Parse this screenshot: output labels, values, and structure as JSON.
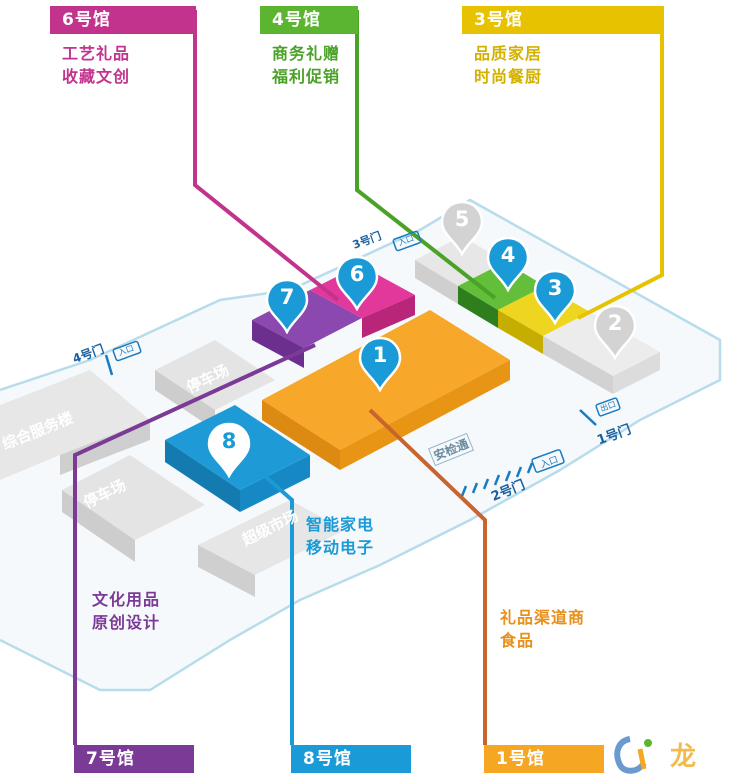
{
  "halls": [
    {
      "id": "6",
      "tag": "6号馆",
      "color": "#c2338d",
      "lines": [
        "工艺礼品",
        "收藏文创"
      ]
    },
    {
      "id": "4",
      "tag": "4号馆",
      "color": "#5bb531",
      "lines": [
        "商务礼赠",
        "福利促销"
      ]
    },
    {
      "id": "3",
      "tag": "3号馆",
      "color": "#e6c200",
      "lines": [
        "品质家居",
        "时尚餐厨"
      ]
    },
    {
      "id": "7",
      "tag": "7号馆",
      "color": "#7b3a96",
      "lines": [
        "文化用品",
        "原创设计"
      ]
    },
    {
      "id": "8",
      "tag": "8号馆",
      "color": "#1a9ad6",
      "lines": [
        "智能家电",
        "移动电子"
      ]
    },
    {
      "id": "1",
      "tag": "1号馆",
      "color": "#f5a623",
      "lines": [
        "礼品渠道商",
        "食品"
      ]
    }
  ],
  "pins": [
    "1",
    "2",
    "3",
    "4",
    "5",
    "6",
    "7",
    "8"
  ],
  "buildings": {
    "service": "综合服务楼",
    "parking_a": "停车场",
    "parking_b": "停车场",
    "supermarket": "超级市场",
    "security": "安检通"
  },
  "gates": {
    "gate1": "1号门",
    "gate2": "2号门",
    "gate3": "3号门",
    "gate4": "4号门",
    "sign_entry": "入口",
    "sign_exit": "出口"
  },
  "watermark": "龙"
}
